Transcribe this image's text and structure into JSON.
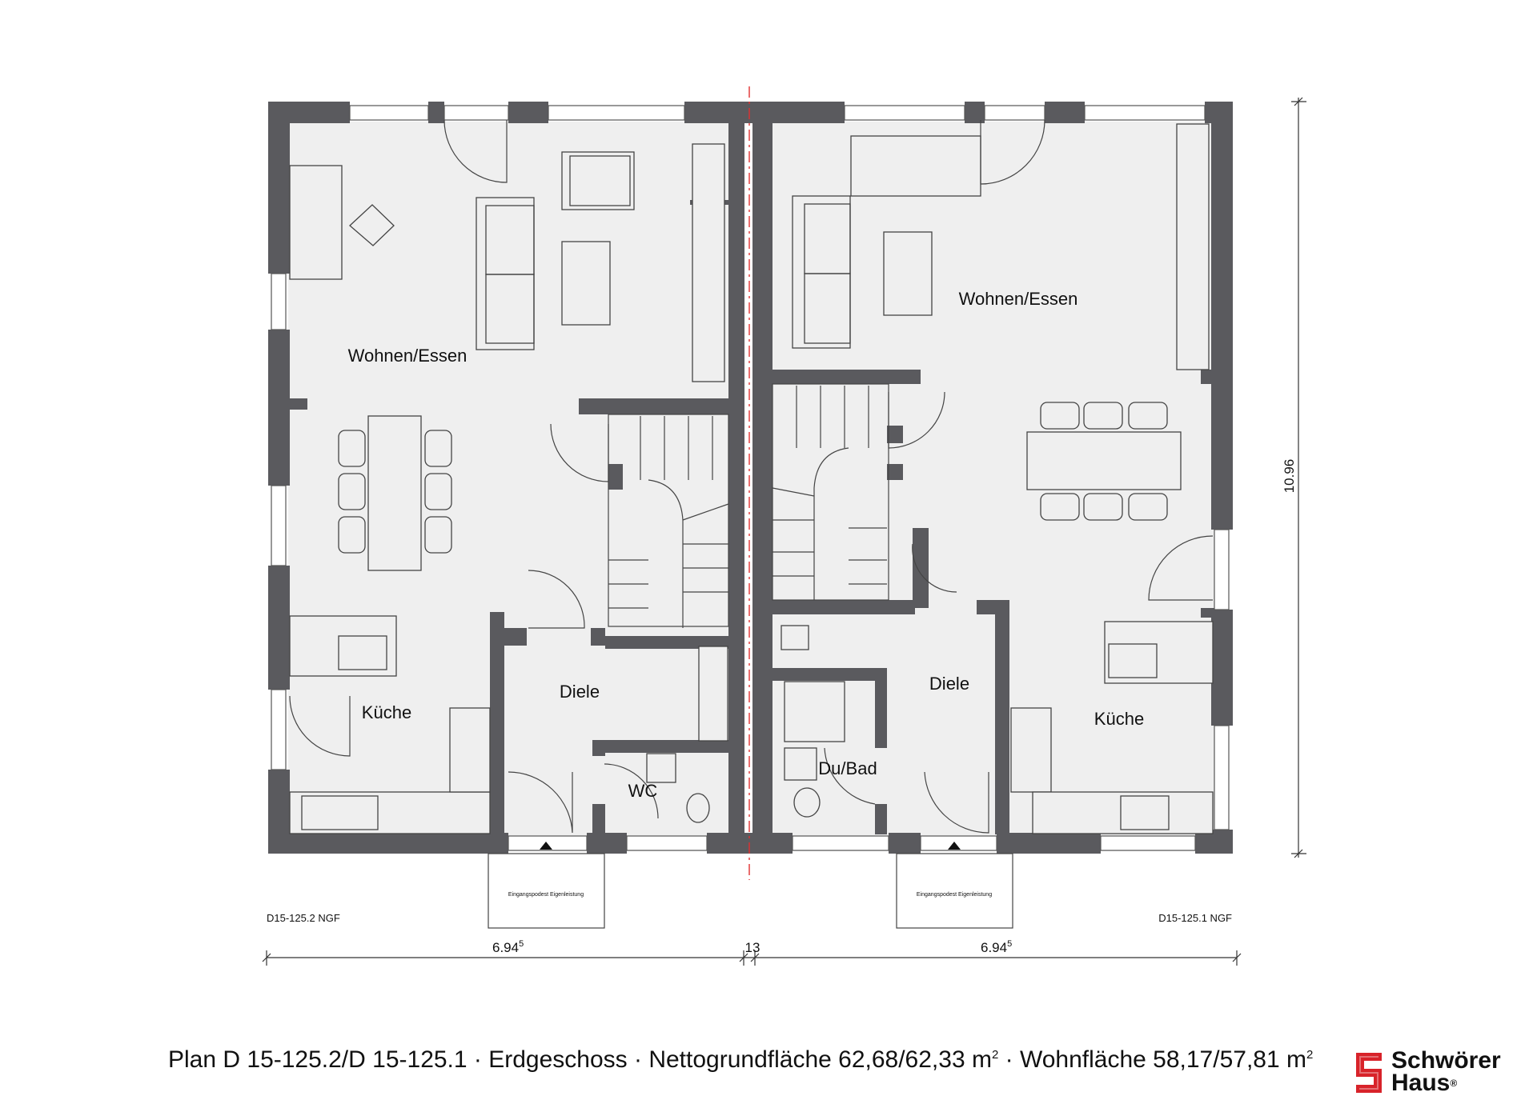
{
  "plan": {
    "rooms": {
      "left_wohnen": "Wohnen/Essen",
      "right_wohnen": "Wohnen/Essen",
      "left_kueche": "Küche",
      "right_kueche": "Küche",
      "left_diele": "Diele",
      "right_diele": "Diele",
      "wc": "WC",
      "du_bad": "Du/Bad"
    },
    "entrance_label": "Eingangspodest Eigenleistung",
    "unit_left_code": "D15-125.2 NGF",
    "unit_right_code": "D15-125.1 NGF",
    "dimensions": {
      "left_width": "6.94",
      "left_width_sup": "5",
      "middle": "13",
      "right_width": "6.94",
      "right_width_sup": "5",
      "depth": "10.96"
    }
  },
  "caption": {
    "text_1": "Plan D 15-125.2/D 15-125.1 · Erdgeschoss · Nettogrundfläche 62,68/62,33 m",
    "sup_1": "2",
    "text_2": " · Wohnfläche 58,17/57,81 m",
    "sup_2": "2"
  },
  "logo": {
    "line1": "Schwörer",
    "line2": "Haus",
    "reg": "®",
    "color": "#d8232a"
  },
  "colors": {
    "wall": "#5a5a5e",
    "floor": "#efefef",
    "outline": "#333333",
    "party_line": "#e03030"
  }
}
